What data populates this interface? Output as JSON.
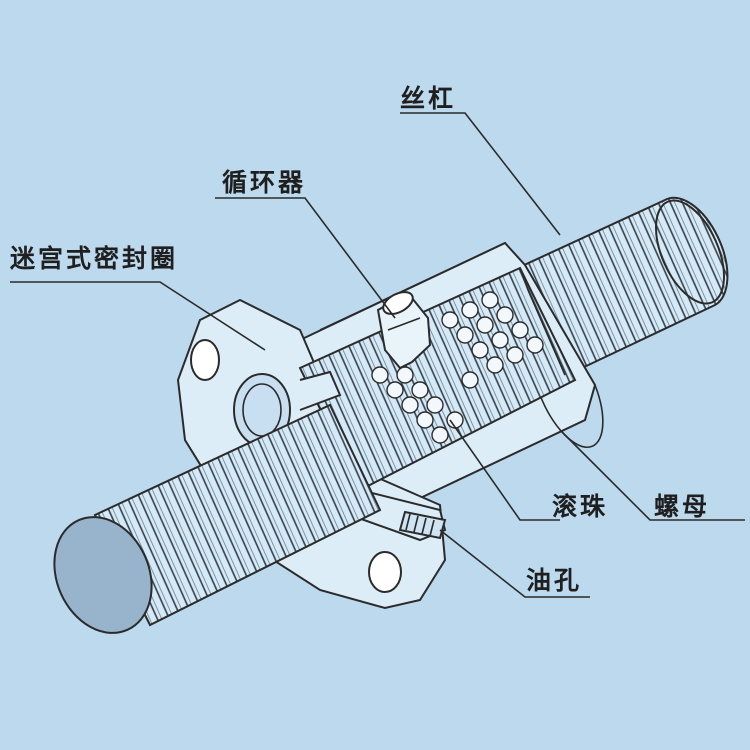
{
  "labels": {
    "screw": "丝杠",
    "circulator": "循环器",
    "seal": "迷宫式密封圈",
    "balls": "滚珠",
    "nut": "螺母",
    "oil_hole": "油孔"
  },
  "colors": {
    "background": "#bcd9ee",
    "part_fill": "#dcedf8",
    "shaft_end": "#98b4cc",
    "outline": "#2b2b2b"
  }
}
